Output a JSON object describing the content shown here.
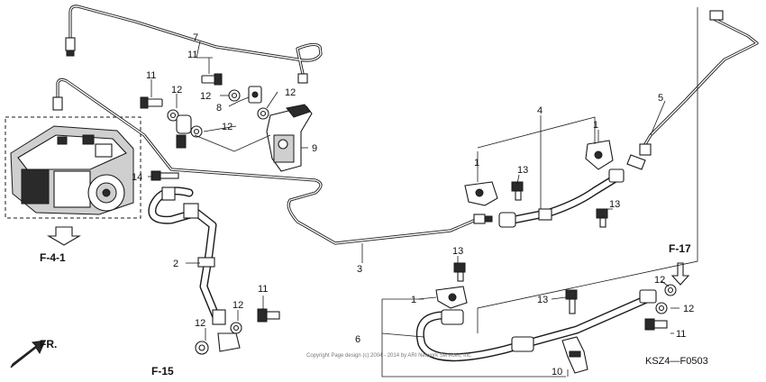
{
  "callouts": {
    "c1": "1",
    "c2": "2",
    "c3": "3",
    "c4": "4",
    "c5": "5",
    "c6": "6",
    "c7": "7",
    "c8": "8",
    "c9": "9",
    "c10": "10",
    "c11a": "11",
    "c11b": "11",
    "c11c": "11",
    "c11d": "11",
    "c12a": "12",
    "c12b": "12",
    "c12c": "12",
    "c12d": "12",
    "c12e": "12",
    "c12f": "12",
    "c12g": "12",
    "c12h": "12",
    "c13a": "13",
    "c13b": "13",
    "c13c": "13",
    "c13d": "13",
    "c14": "14",
    "c1b": "1",
    "c1c": "1"
  },
  "references": {
    "f41": "F-4-1",
    "f15": "F-15",
    "f17": "F-17"
  },
  "direction_label": "FR.",
  "diagram_code": "KSZ4—F0503",
  "copyright": "Copyright Page design (c) 2004 - 2014 by ARI Network Services, Inc."
}
